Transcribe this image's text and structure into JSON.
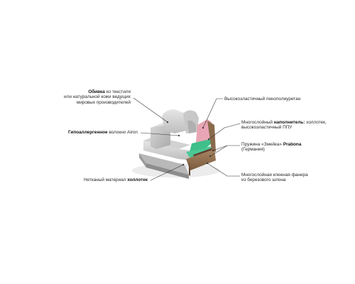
{
  "callouts": {
    "upholstery": {
      "bold": "Обивка",
      "rest": " из текстиля",
      "line2": "или натуральной кожи ведущих",
      "line3": "мировых производителей"
    },
    "hr_foam": {
      "text": "Высокоэластичный пенополиуретан"
    },
    "filler": {
      "pre": "Многослойный ",
      "bold": "наполнитель:",
      "rest": " холлотек,",
      "line2": "высокоэластичный ППУ"
    },
    "fiber": {
      "bold": "Гипоаллергенное",
      "rest": " волокно Airon"
    },
    "springs": {
      "pre": "Пружина «Змейка» ",
      "bold": "Prabona",
      "line2": "(Германия)"
    },
    "nonwoven": {
      "pre": "Нетканый материал ",
      "bold": "холлотек"
    },
    "plywood": {
      "line1": "Многослойная клееная фанера",
      "line2": "из березового шпона"
    }
  }
}
